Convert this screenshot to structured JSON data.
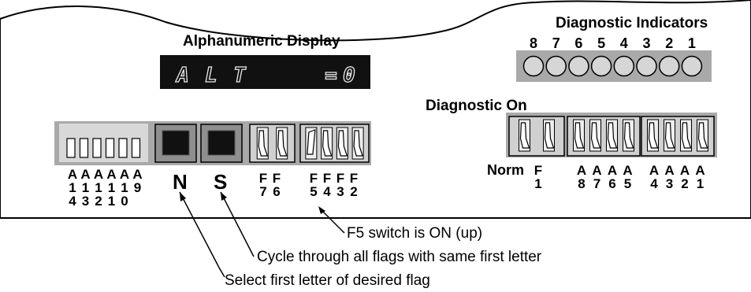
{
  "display": {
    "title": "Alphanumeric Display",
    "chars": [
      "A",
      "L",
      "T",
      "=",
      "0"
    ]
  },
  "diagnostic": {
    "title": "Diagnostic Indicators",
    "numbers": [
      "8",
      "7",
      "6",
      "5",
      "4",
      "3",
      "2",
      "1"
    ],
    "on_label": "Diagnostic On"
  },
  "left_panel": {
    "dip_labels": [
      "A14",
      "A13",
      "A12",
      "A11",
      "A10",
      "A9"
    ],
    "button_n": "N",
    "button_s": "S",
    "f_switch_labels_a": [
      "F7",
      "F6"
    ],
    "f_switch_labels_b": [
      "F5",
      "F4",
      "F3",
      "F2"
    ]
  },
  "right_panel": {
    "norm_label": "Norm",
    "f1_label": "F1",
    "group_a": [
      "A8",
      "A7",
      "A6",
      "A5"
    ],
    "group_b": [
      "A4",
      "A3",
      "A2",
      "A1"
    ]
  },
  "annotations": {
    "f5": "F5 switch is ON (up)",
    "cycle": "Cycle through all flags with same first letter",
    "select": "Select first letter of desired flag"
  },
  "colors": {
    "panel_gray": "#a9a9a9",
    "display_bg": "#111111",
    "led": "#d6d6d6",
    "switch_face": "#eeeeee"
  }
}
